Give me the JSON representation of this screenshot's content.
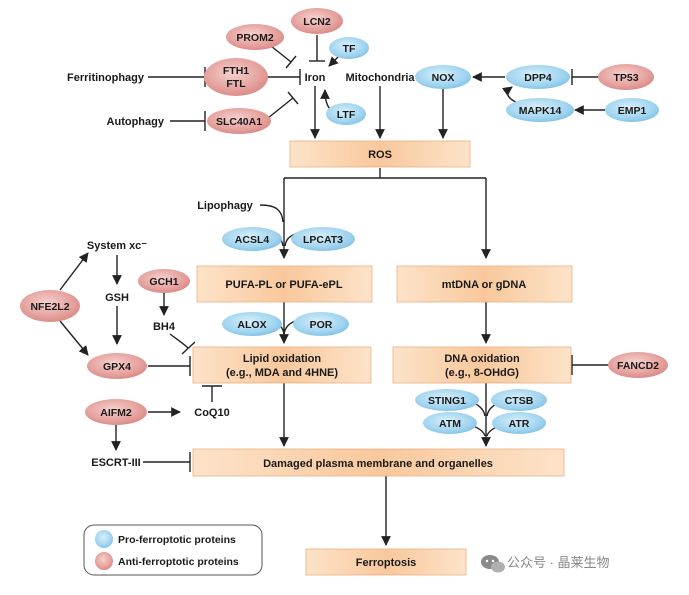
{
  "nodes": {
    "lcn2": "LCN2",
    "prom2": "PROM2",
    "tf": "TF",
    "iron": "Iron",
    "ferritinophagy": "Ferritinophagy",
    "fth1": "FTH1",
    "ftl": "FTL",
    "mitochondria": "Mitochondria",
    "nox": "NOX",
    "dpp4": "DPP4",
    "tp53": "TP53",
    "mapk14": "MAPK14",
    "emp1": "EMP1",
    "autophagy": "Autophagy",
    "slc40a1": "SLC40A1",
    "ltf": "LTF",
    "ros": "ROS",
    "lipophagy": "Lipophagy",
    "acsl4": "ACSL4",
    "lpcat3": "LPCAT3",
    "system_xc": "System xc⁻",
    "gsh": "GSH",
    "gch1": "GCH1",
    "nfe2l2": "NFE2L2",
    "bh4": "BH4",
    "pufa": "PUFA-PL or PUFA-ePL",
    "mtdna": "mtDNA or gDNA",
    "alox": "ALOX",
    "por": "POR",
    "gpx4": "GPX4",
    "lipid_ox_1": "Lipid oxidation",
    "lipid_ox_2": "(e.g., MDA and 4HNE)",
    "dna_ox_1": "DNA oxidation",
    "dna_ox_2": "(e.g., 8-OHdG)",
    "fancd2": "FANCD2",
    "sting1": "STING1",
    "ctsb": "CTSB",
    "atm": "ATM",
    "atr": "ATR",
    "aifm2": "AIFM2",
    "coq10": "CoQ10",
    "escrt": "ESCRT-III",
    "damaged": "Damaged plasma membrane and organelles",
    "ferroptosis": "Ferroptosis"
  },
  "legend": {
    "pro": "Pro-ferroptotic proteins",
    "anti": "Anti-ferroptotic proteins"
  },
  "watermark": "公众号 · 晶莱生物",
  "colors": {
    "pro_fill": "#9fd3ef",
    "anti_fill": "#e49e9a",
    "box_fill": "#f9cda5"
  }
}
